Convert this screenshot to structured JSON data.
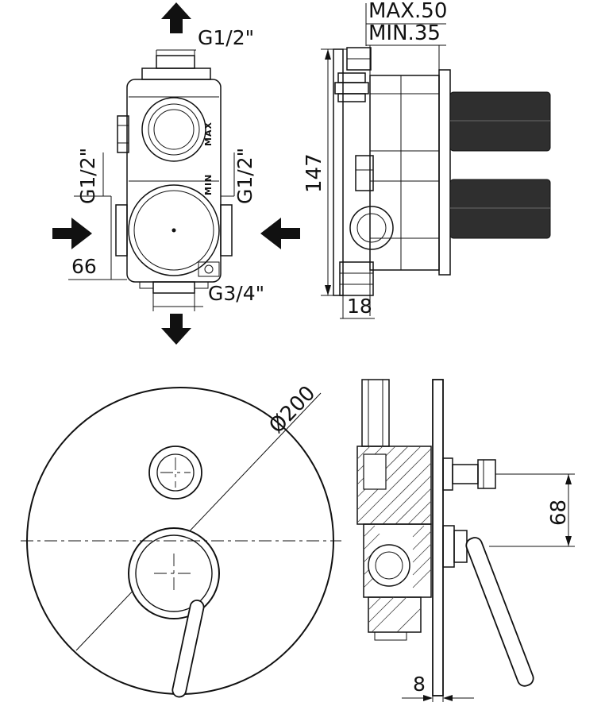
{
  "drawing": {
    "front_rough": {
      "port_top": "G1/2\"",
      "port_left": "G1/2\"",
      "port_right": "G1/2\"",
      "port_bottom": "G3/4\"",
      "dim_width": "66",
      "label_max": "MAX",
      "label_min": "MIN"
    },
    "side_rough": {
      "dim_depth_max": "MAX.50",
      "dim_depth_min": "MIN.35",
      "dim_height": "147",
      "dim_foot": "18"
    },
    "front_trim": {
      "dim_plate_diameter": "Ø200"
    },
    "side_trim": {
      "dim_handle_spacing": "68",
      "dim_plate_thickness": "8"
    }
  }
}
